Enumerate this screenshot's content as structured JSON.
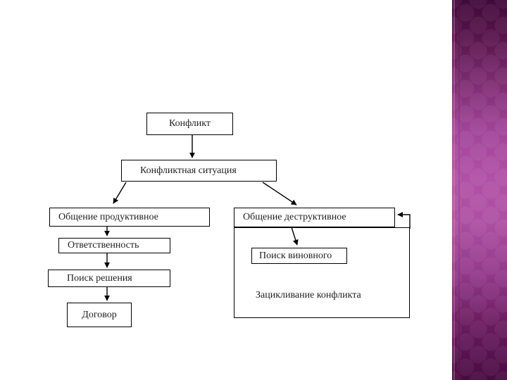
{
  "diagram": {
    "nodes": {
      "konflikt": "Конфликт",
      "konfliktnaya_situaciya": "Конфликтная ситуация",
      "obshchenie_produktivnoe": "Общение продуктивное",
      "otvetstvennost": "Ответственность",
      "poisk_resheniya": "Поиск решения",
      "dogovor": "Договор",
      "obshchenie_destruktivnoe": "Общение деструктивное",
      "poisk_vinovnogo": "Поиск виновного",
      "zaciklivanie_konflikta": "Зацикливание конфликта"
    },
    "line_color": "#000000",
    "text_color": "#1f1f1f",
    "box_background": "#ffffff"
  },
  "page": {
    "background": "#ffffff"
  },
  "sidebar": {
    "gradient_top": "#40093a",
    "gradient_middle": "#b150a5",
    "gradient_bottom": "#470a40"
  }
}
